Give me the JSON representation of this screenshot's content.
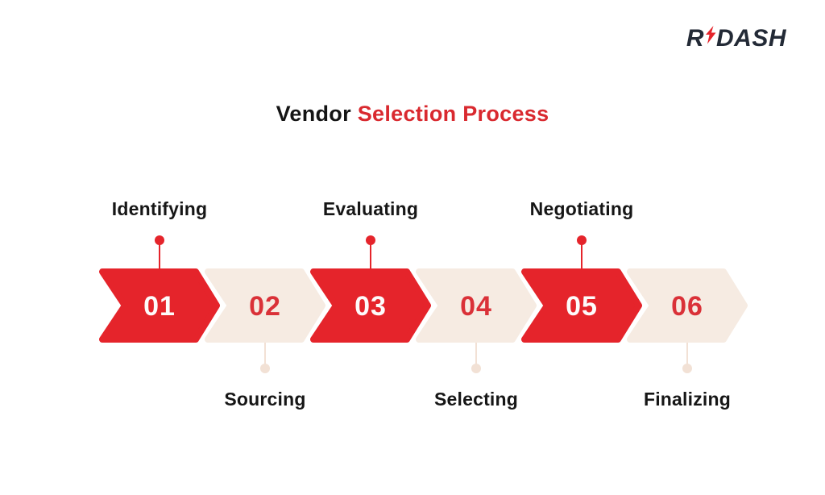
{
  "logo": {
    "prefix": "R",
    "suffix": "DASH",
    "bolt_icon": "lightning-bolt-icon"
  },
  "title": {
    "black_part": "Vendor",
    "red_part": "Selection Process"
  },
  "colors": {
    "brand_red": "#e5242b",
    "title_red": "#d9292f",
    "chevron_beige": "#f6ebe2",
    "beige_connector": "#f2e1d5",
    "text_dark": "#161616",
    "logo_dark": "#232a36",
    "number_on_red": "#fdfbfb",
    "number_on_beige": "#da3138",
    "background": "#ffffff"
  },
  "steps": [
    {
      "number": "01",
      "label": "Identifying",
      "variant": "red",
      "label_position": "above"
    },
    {
      "number": "02",
      "label": "Sourcing",
      "variant": "beige",
      "label_position": "below"
    },
    {
      "number": "03",
      "label": "Evaluating",
      "variant": "red",
      "label_position": "above"
    },
    {
      "number": "04",
      "label": "Selecting",
      "variant": "beige",
      "label_position": "below"
    },
    {
      "number": "05",
      "label": "Negotiating",
      "variant": "red",
      "label_position": "above"
    },
    {
      "number": "06",
      "label": "Finalizing",
      "variant": "beige",
      "label_position": "below"
    }
  ]
}
